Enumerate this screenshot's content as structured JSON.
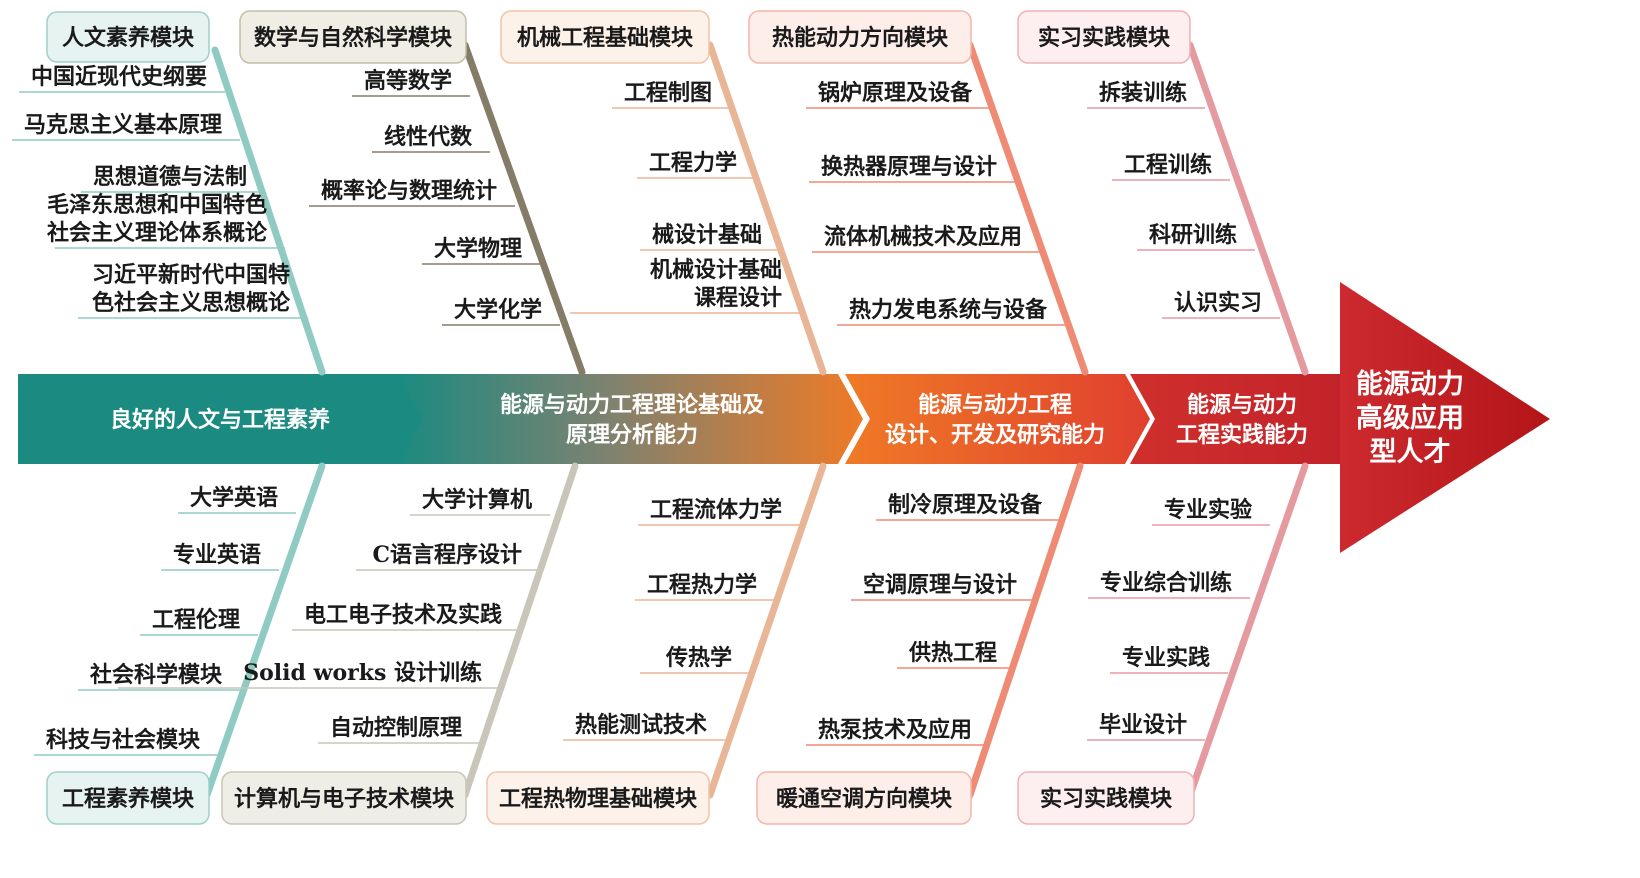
{
  "colors": {
    "teal": "#1b8a80",
    "tealLight": "#8fcbc3",
    "olive": "#857c68",
    "grey": "#c9c6b9",
    "peach": "#e8b596",
    "orange": "#ef7a26",
    "salmon": "#ef8a75",
    "red": "#c2232a",
    "pink": "#e59aa0",
    "darkred": "#bd1b1f"
  },
  "spine": [
    {
      "lines": [
        "良好的人文与工程素养"
      ]
    },
    {
      "lines": [
        "能源与动力工程理论基础及",
        "原理分析能力"
      ]
    },
    {
      "lines": [
        "能源与动力工程",
        "设计、开发及研究能力"
      ]
    },
    {
      "lines": [
        "能源与动力",
        "工程实践能力"
      ]
    }
  ],
  "goal": {
    "lines": [
      "能源动力",
      "高级应用",
      "型人才"
    ]
  },
  "modules_top": [
    {
      "title": "人文素养模块",
      "items": [
        {
          "lines": [
            "中国近现代史纲要"
          ]
        },
        {
          "lines": [
            "马克思主义基本原理"
          ]
        },
        {
          "lines": [
            "思想道德与法制"
          ]
        },
        {
          "lines": [
            "毛泽东思想和中国特色",
            "社会主义理论体系概论"
          ]
        },
        {
          "lines": [
            "习近平新时代中国特",
            "色社会主义思想概论"
          ]
        }
      ]
    },
    {
      "title": "数学与自然科学模块",
      "items": [
        {
          "lines": [
            "高等数学"
          ]
        },
        {
          "lines": [
            "线性代数"
          ]
        },
        {
          "lines": [
            "概率论与数理统计"
          ]
        },
        {
          "lines": [
            "大学物理"
          ]
        },
        {
          "lines": [
            "大学化学"
          ]
        }
      ]
    },
    {
      "title": "机械工程基础模块",
      "items": [
        {
          "lines": [
            "工程制图"
          ]
        },
        {
          "lines": [
            "工程力学"
          ]
        },
        {
          "lines": [
            "械设计基础"
          ]
        },
        {
          "lines": [
            "机械设计基础",
            "课程设计"
          ]
        }
      ]
    },
    {
      "title": "热能动力方向模块",
      "items": [
        {
          "lines": [
            "锅炉原理及设备"
          ]
        },
        {
          "lines": [
            "换热器原理与设计"
          ]
        },
        {
          "lines": [
            "流体机械技术及应用"
          ]
        },
        {
          "lines": [
            "热力发电系统与设备"
          ]
        }
      ]
    },
    {
      "title": "实习实践模块",
      "items": [
        {
          "lines": [
            "拆装训练"
          ]
        },
        {
          "lines": [
            "工程训练"
          ]
        },
        {
          "lines": [
            "科研训练"
          ]
        },
        {
          "lines": [
            "认识实习"
          ]
        }
      ]
    }
  ],
  "modules_bottom": [
    {
      "title": "工程素养模块",
      "items": [
        {
          "lines": [
            "大学英语"
          ]
        },
        {
          "lines": [
            "专业英语"
          ]
        },
        {
          "lines": [
            "工程伦理"
          ]
        },
        {
          "lines": [
            "社会科学模块"
          ]
        },
        {
          "lines": [
            "科技与社会模块"
          ]
        }
      ]
    },
    {
      "title": "计算机与电子技术模块",
      "items": [
        {
          "lines": [
            "大学计算机"
          ]
        },
        {
          "lines": [
            "C语言程序设计"
          ]
        },
        {
          "lines": [
            "电工电子技术及实践"
          ]
        },
        {
          "lines": [
            "Solid works 设计训练"
          ]
        },
        {
          "lines": [
            "自动控制原理"
          ]
        }
      ]
    },
    {
      "title": "工程热物理基础模块",
      "items": [
        {
          "lines": [
            "工程流体力学"
          ]
        },
        {
          "lines": [
            "工程热力学"
          ]
        },
        {
          "lines": [
            "传热学"
          ]
        },
        {
          "lines": [
            "热能测试技术"
          ]
        }
      ]
    },
    {
      "title": "暖通空调方向模块",
      "items": [
        {
          "lines": [
            "制冷原理及设备"
          ]
        },
        {
          "lines": [
            "空调原理与设计"
          ]
        },
        {
          "lines": [
            "供热工程"
          ]
        },
        {
          "lines": [
            "热泵技术及应用"
          ]
        }
      ]
    },
    {
      "title": "实习实践模块",
      "items": [
        {
          "lines": [
            "专业实验"
          ]
        },
        {
          "lines": [
            "专业综合训练"
          ]
        },
        {
          "lines": [
            "专业实践"
          ]
        },
        {
          "lines": [
            "毕业设计"
          ]
        }
      ]
    }
  ]
}
